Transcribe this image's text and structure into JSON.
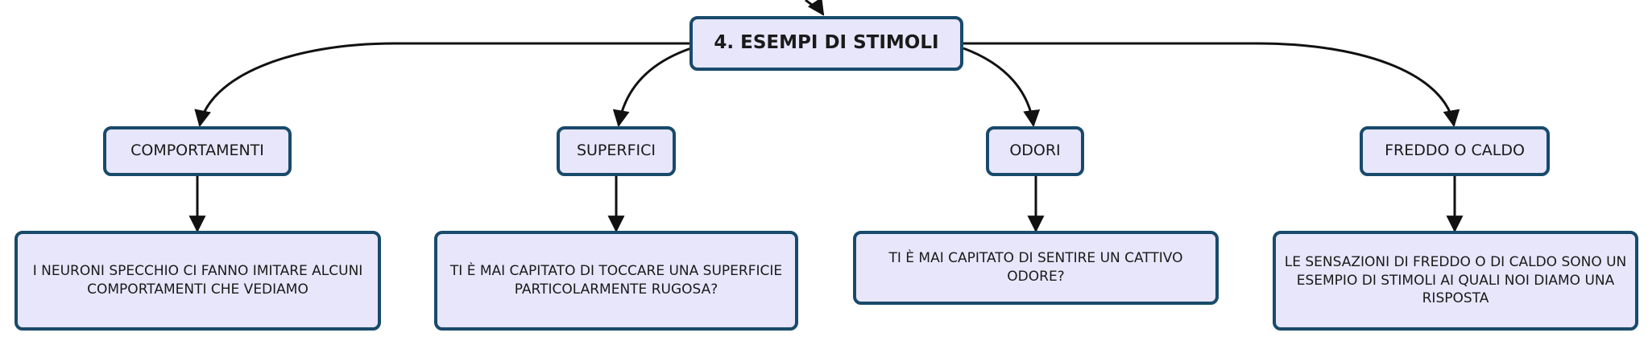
{
  "root": {
    "label": "4. ESEMPI DI STIMOLI"
  },
  "categories": [
    {
      "label": "COMPORTAMENTI",
      "description": "I NEURONI SPECCHIO CI FANNO IMITARE ALCUNI COMPORTAMENTI CHE VEDIAMO"
    },
    {
      "label": "SUPERFICI",
      "description": "TI È MAI CAPITATO DI TOCCARE UNA SUPERFICIE PARTICOLARMENTE RUGOSA?"
    },
    {
      "label": "ODORI",
      "description": "TI È MAI CAPITATO DI SENTIRE UN CATTIVO ODORE?"
    },
    {
      "label": "FREDDO O CALDO",
      "description": "LE SENSAZIONI DI FREDDO O DI CALDO SONO UN ESEMPIO DI STIMOLI AI QUALI NOI DIAMO UNA RISPOSTA"
    }
  ],
  "colors": {
    "node_fill": "#e8e6fb",
    "node_border": "#184a6b",
    "connector": "#111111"
  }
}
